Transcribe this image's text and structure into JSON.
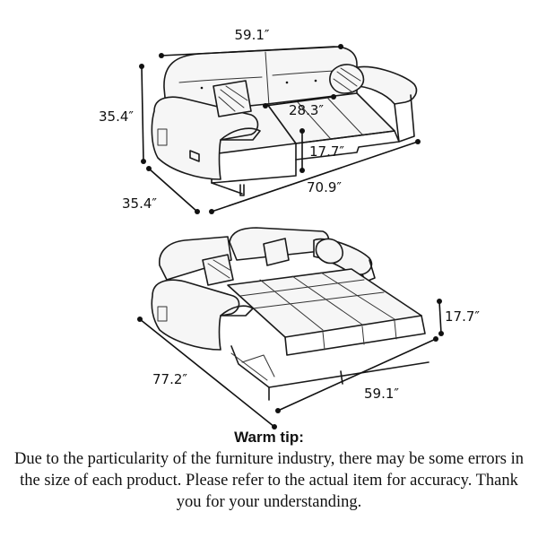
{
  "dimensions": {
    "top_width": "59.1″",
    "top_height": "35.4″",
    "seat_depth": "28.3″",
    "seat_height": "17.7″",
    "top_depth": "35.4″",
    "top_length": "70.9″",
    "bed_height": "17.7″",
    "bed_length": "77.2″",
    "bed_width": "59.1″"
  },
  "note": {
    "title": "Warm tip:",
    "body": "Due to the particularity of the furniture industry, there may be some errors in the size of each product. Please refer to the actual item for accuracy. Thank you for your understanding."
  }
}
